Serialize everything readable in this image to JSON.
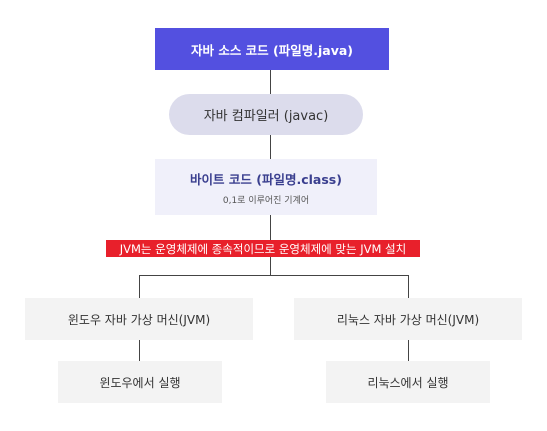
{
  "source_code": {
    "label": "자바 소스 코드 (파일명.java)"
  },
  "compiler": {
    "label": "자바 컴파일러 (javac)"
  },
  "bytecode": {
    "label": "바이트 코드 (파일명.class)",
    "sublabel": "0,1로 이루어진 기계어"
  },
  "banner": {
    "text": "JVM는 운영체제에 종속적이므로 운영체제에 맞는 JVM 설치"
  },
  "branches": [
    {
      "vm": "윈도우 자바 가상 머신(JVM)",
      "run": "윈도우에서 실행"
    },
    {
      "vm": "리눅스 자바 가상 머신(JVM)",
      "run": "리눅스에서 실행"
    }
  ],
  "colors": {
    "source_fill": "#5350e0",
    "compiler_fill": "#dcdcec",
    "bytecode_fill": "#f0f0fa",
    "banner_fill": "#e8202b",
    "node_fill": "#f3f3f3"
  }
}
